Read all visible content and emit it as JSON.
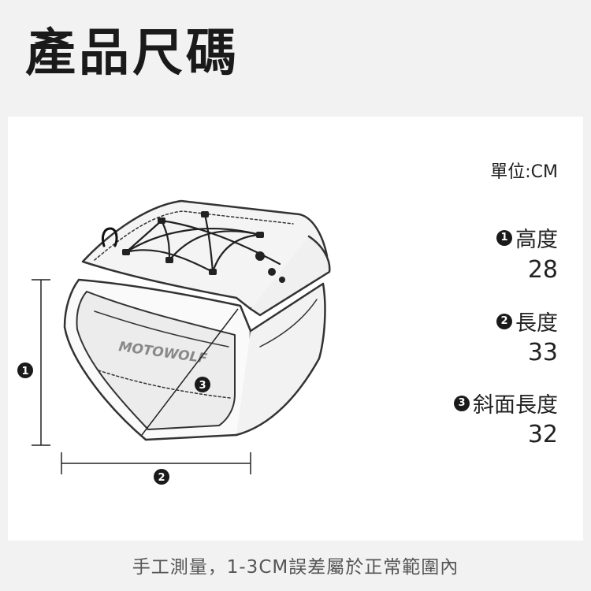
{
  "page_title": "產品尺碼",
  "unit_label": "單位:CM",
  "specs": [
    {
      "marker": "1",
      "label": "高度",
      "value": "28"
    },
    {
      "marker": "2",
      "label": "長度",
      "value": "33"
    },
    {
      "marker": "3",
      "label": "斜面長度",
      "value": "32"
    }
  ],
  "product": {
    "brand_text": "MOTOWOLF"
  },
  "footnote": "手工測量，1-3CM誤差屬於正常範圍內"
}
